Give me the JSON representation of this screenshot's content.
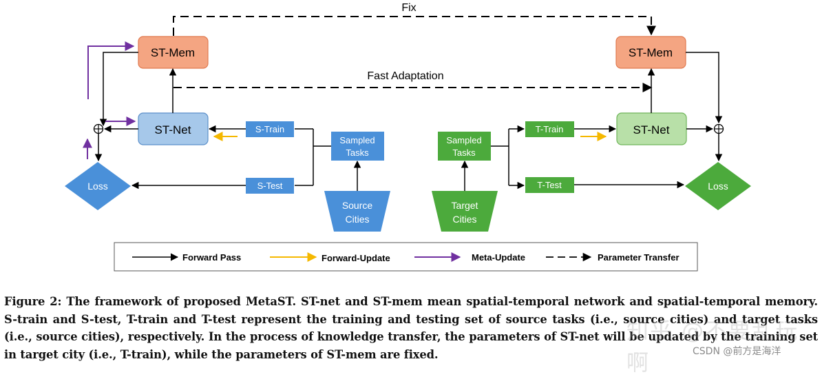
{
  "diagram": {
    "top_label": "Fix",
    "middle_label": "Fast Adaptation",
    "source": {
      "st_mem": "ST-Mem",
      "st_net": "ST-Net",
      "s_train": "S-Train",
      "s_test": "S-Test",
      "sampled_tasks_line1": "Sampled",
      "sampled_tasks_line2": "Tasks",
      "cities_line1": "Source",
      "cities_line2": "Cities",
      "loss": "Loss"
    },
    "target": {
      "st_mem": "ST-Mem",
      "st_net": "ST-Net",
      "t_train": "T-Train",
      "t_test": "T-Test",
      "sampled_tasks_line1": "Sampled",
      "sampled_tasks_line2": "Tasks",
      "cities_line1": "Target",
      "cities_line2": "Cities",
      "loss": "Loss"
    },
    "legend": {
      "forward_pass": "Forward Pass",
      "forward_update": "Forward-Update",
      "meta_update": "Meta-Update",
      "parameter_transfer": "Parameter Transfer"
    },
    "colors": {
      "mem_fill": "#f4a582",
      "net_fill": "#a6c8ea",
      "blue_box": "#4a90d9",
      "green_box": "#4caa3c",
      "target_net_fill": "#b8e0a8",
      "yellow_arrow": "#f5b800",
      "purple_arrow": "#7030a0"
    }
  },
  "caption": "Figure 2: The framework of proposed MetaST. ST-net and ST-mem mean spatial-temporal network and spatial-temporal memory. S-train and S-test, T-train and T-test represent the training and testing set of source tasks (i.e., source cities) and target tasks (i.e., source cities), respectively. In the process of knowledge transfer, the parameters of ST-net will be updated by the training set in target city (i.e., T-train), while the parameters of ST-mem are fixed.",
  "watermark": "CSDN @前方是海洋",
  "watermark_overlay": "知乎 @不要乱玩啊"
}
